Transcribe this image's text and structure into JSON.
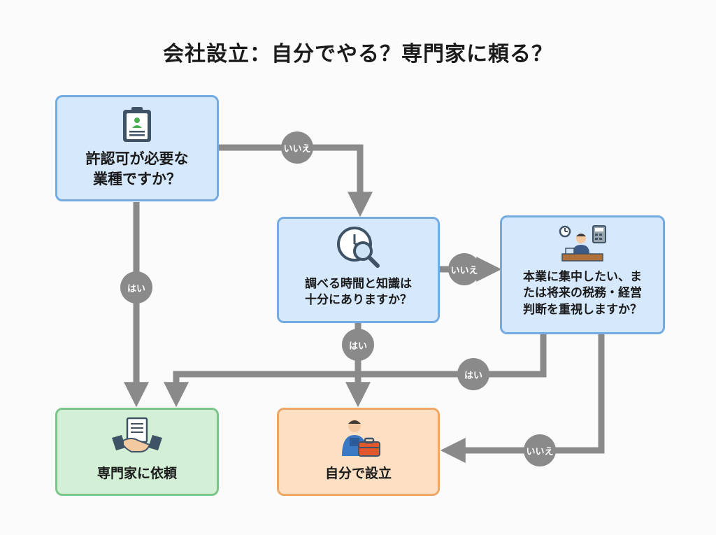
{
  "title": "会社設立：自分でやる？専門家に頼る？",
  "nodes": {
    "q1": {
      "text": "許認可が必要な\n業種ですか？",
      "icon": "clipboard-icon"
    },
    "q2": {
      "text": "調べる時間と知識は\n十分にありますか？",
      "icon": "clock-magnifier-icon"
    },
    "q3": {
      "text": "本業に集中したい、ま\nたは将来の税務・経営\n判断を重視しますか？",
      "icon": "businessman-desk-icon"
    },
    "pro": {
      "text": "専門家に依頼",
      "icon": "handshake-document-icon"
    },
    "self": {
      "text": "自分で設立",
      "icon": "worker-toolbox-icon"
    }
  },
  "edges": {
    "q1_no": "いいえ",
    "q1_yes": "はい",
    "q2_no": "いいえ",
    "q2_yes": "はい",
    "q3_yes": "はい",
    "q3_no": "いいえ"
  },
  "colors": {
    "question_fill": "#d6e8fb",
    "question_border": "#74abe0",
    "pro_fill": "#d3f0d6",
    "pro_border": "#7cc58a",
    "self_fill": "#fde0c4",
    "self_border": "#eea765",
    "connector": "#8a8a8a"
  }
}
